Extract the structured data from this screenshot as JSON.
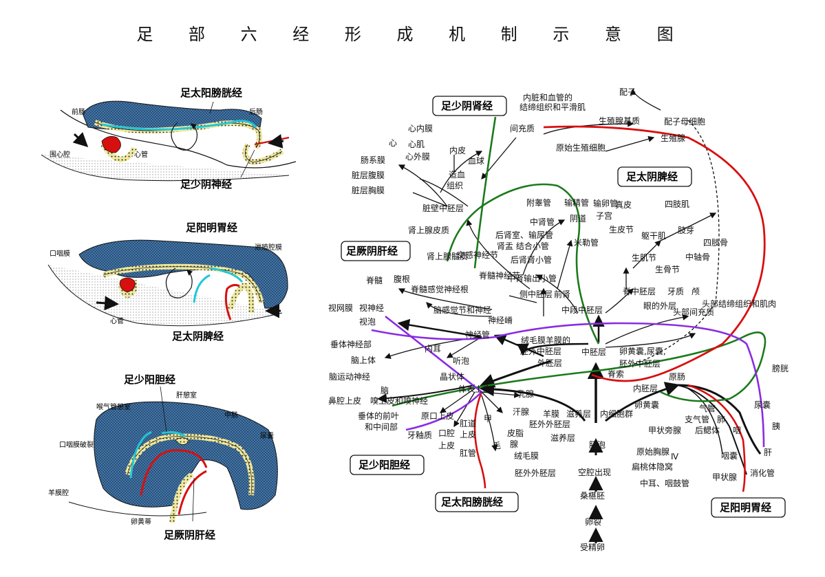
{
  "title": "足 部 六 经 形 成 机 制 示 意 图",
  "panels": {
    "p1": {
      "main": "足太阳膀胱经",
      "sub": "足少阴神经",
      "foregut": "前肠",
      "hindgut": "后肠",
      "pericard": "围心腔",
      "heart": "心管"
    },
    "p2": {
      "main": "足阳明胃经",
      "sub": "足太阴脾经",
      "oral": "口咽膜",
      "cloaca": "泄殖腔膜",
      "heart": "心管"
    },
    "p3": {
      "main": "足少阳胆经",
      "sub": "足厥阴肝经",
      "phar": "喉气管憩室",
      "liver": "肝憩室",
      "mid": "中肠",
      "oral": "口咽膜破裂",
      "allant": "尿囊",
      "amnion": "羊膜腔",
      "yolk": "卵黄蒂"
    }
  },
  "legend": {
    "shaoyin": "足少阴肾经",
    "taiyin": "足太阴脾经",
    "jueyin": "足厥阴肝经",
    "shaoyang": "足少阳胆经",
    "taiyang": "足太阳膀胱经",
    "yangming": "足阳明胃经"
  },
  "nodes": {
    "n01": "配子",
    "n02": "内脏和血管的",
    "n03": "结缔组织和平滑肌",
    "n04": "配子母细胞",
    "n05": "生殖腺",
    "n06": "间充质",
    "n07": "生殖腺基质",
    "n08": "原始生殖细胞",
    "n09": "心内膜",
    "n10": "心",
    "n11": "心肌",
    "n12": "心外膜",
    "n13": "内皮",
    "n14": "血球",
    "n15": "造血",
    "n16": "组织",
    "n17": "肠系膜",
    "n18": "脏层腹膜",
    "n19": "脏层胸膜",
    "n20": "脏壁中胚层",
    "n21": "肾上腺皮质",
    "n22": "附睾管",
    "n23": "输精管",
    "n24": "输卵管",
    "n25": "子宫",
    "n26": "真皮",
    "n27": "中肾管",
    "n28": "阴道",
    "n29": "四肢肌",
    "n30": "后肾室、输尿管",
    "n31": "肾盂 结合小管",
    "n32": "米勒管",
    "n33": "生皮节",
    "n34": "躯干肌",
    "n35": "肢芽",
    "n36": "四肢骨",
    "n37": "后肾肾小管",
    "n38": "生肌节",
    "n39": "中轴骨",
    "n40": "生骨节",
    "n41": "肾上腺髓质",
    "n42": "交感神经节",
    "n43": "脊髓神经节",
    "n44": "中肾输出小管",
    "n45": "脊中胚层",
    "n46": "牙质",
    "n47": "颅",
    "n48": "脊髓",
    "n49": "腹根",
    "n50": "脊髓感觉神经根",
    "n51": "侧中胚层",
    "n52": "前肾",
    "n53": "眼的外层",
    "n54": "头部间充质",
    "n55": "头部结缔组织和肌肉",
    "n56": "视网膜",
    "n57": "视神经",
    "n58": "视泡",
    "n59": "脑感觉节和神经",
    "n60": "神经嵴",
    "n61": "中段中胚层",
    "n62": "神经管",
    "n63": "垂体神经部",
    "n64": "脑上体",
    "n65": "脑运动神经",
    "n66": "绒毛膜羊膜的",
    "n67": "胚外中胚层",
    "n68": "中胚层",
    "n69": "卵黄囊,尿囊,",
    "n70": "胚外中胚层",
    "n71": "内耳",
    "n72": "听泡",
    "n73": "外胚层",
    "n74": "晶状体",
    "n75": "脊索",
    "n76": "原肠",
    "n77": "膀胱",
    "n78": "鼻腔上皮",
    "n79": "脑",
    "n80": "嗅上皮和嗅神经",
    "n81": "体表上皮",
    "n82": "乳腺",
    "n83": "内胚层",
    "n84": "卵黄囊",
    "n85": "尿囊",
    "n86": "垂体的前叶",
    "n87": "和中间部",
    "n88": "原口上皮",
    "n89": "汗腺",
    "n90": "羊膜",
    "n91": "滋养层",
    "n92": "内细胞群",
    "n93": "气管",
    "n94": "支气管",
    "n95": "肺",
    "n96": "牙釉质",
    "n97": "口腔",
    "n98": "上皮",
    "n99": "肛道",
    "n100": "上皮",
    "n101": "甲",
    "n102": "皮脂",
    "n103": "胚外外胚层",
    "n104": "甲状旁腺",
    "n105": "后鳃体",
    "n106": "咽",
    "n107": "胰",
    "n108": "毛",
    "n109": "腺",
    "n110": "滋养层",
    "n111": "胚泡",
    "n112": "原始胸腺",
    "n113": "肛管",
    "n114": "绒毛膜",
    "n115": "咽囊",
    "n116": "肝",
    "n117": "扁桃体隐窝",
    "n118": "胚外外胚层",
    "n119": "空腔出现",
    "n120": "中耳、咽鼓管",
    "n121": "甲状腺",
    "n122": "消化管",
    "n123": "桑椹胚",
    "n124": "卵裂",
    "n125": "受精卵",
    "n126": "Ⅳ"
  },
  "colors": {
    "yellow": "#c9b62a",
    "blue": "#3f77a8",
    "cyan": "#22c7d6",
    "red": "#d80f0f",
    "green": "#1b7a1b",
    "purple": "#8a2be2"
  }
}
